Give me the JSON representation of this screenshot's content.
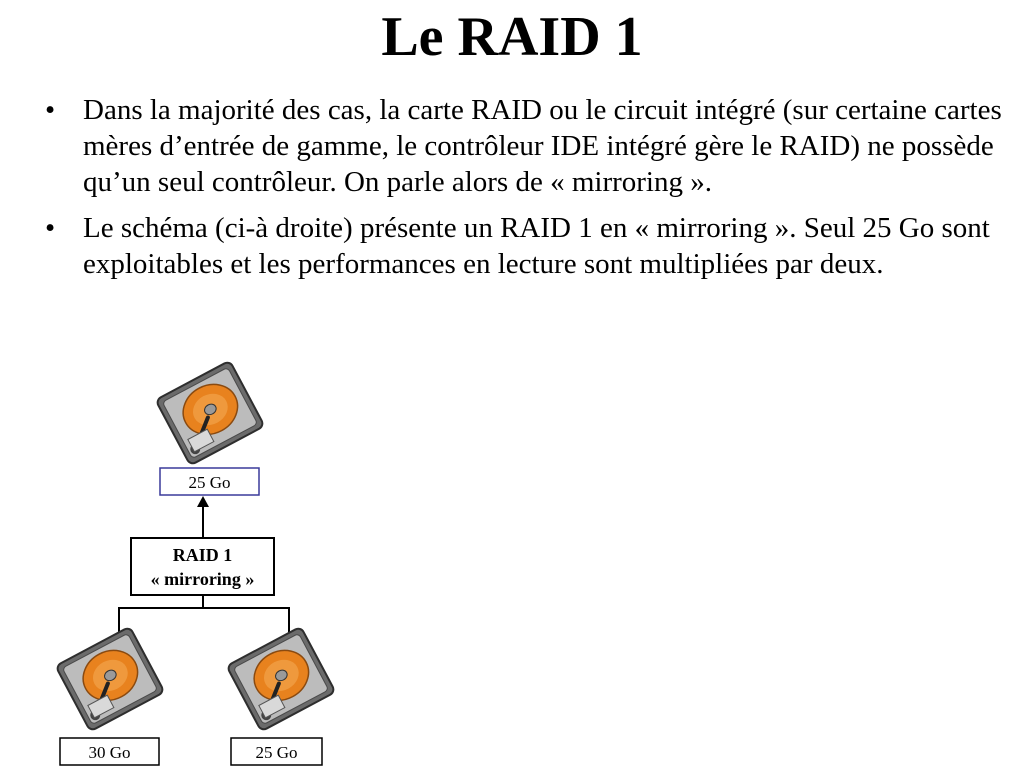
{
  "slide": {
    "title": "Le RAID 1",
    "bullets": [
      "Dans la majorité des cas, la carte RAID ou le circuit intégré (sur certaine cartes mères d’entrée de gamme, le contrôleur IDE intégré gère le RAID) ne possède qu’un seul contrôleur. On parle alors de « mirroring ».",
      "Le schéma (ci-à droite) présente un RAID 1 en « mirroring ». Seul 25 Go sont exploitables et les performances en lecture sont multipliées par deux."
    ],
    "bullet_symbol": "•"
  },
  "diagram": {
    "result_disk": {
      "label": "25 Go",
      "icon": "hard-disk-icon"
    },
    "raid_box": {
      "line1": "RAID 1",
      "line2": "« mirroring »"
    },
    "source_disks": [
      {
        "label": "30 Go",
        "icon": "hard-disk-icon"
      },
      {
        "label": "25 Go",
        "icon": "hard-disk-icon"
      }
    ],
    "colors": {
      "result_border": "#3a3a9a",
      "platter": "#e8821e",
      "frame": "#5a5a5a"
    }
  }
}
